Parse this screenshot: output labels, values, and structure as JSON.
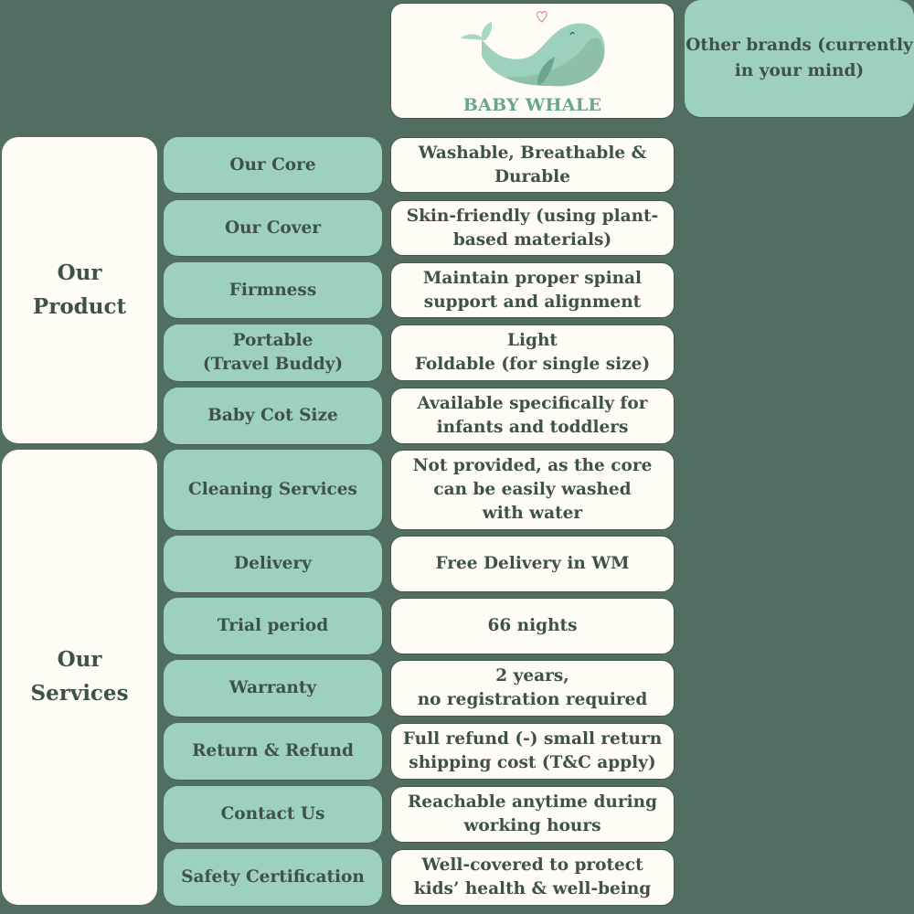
{
  "header": {
    "brand_name": "BABY WHALE",
    "logo_icon": "whale-logo-icon",
    "other_brands_label": "Other brands (currently\nin your mind)"
  },
  "colors": {
    "background": "#526d61",
    "cream": "#fffcf5",
    "mint": "#9dd0bd",
    "text": "#3e5249",
    "brand_text": "#6aa68f",
    "heart": "#e07a86"
  },
  "sections": [
    {
      "label": "Our\nProduct",
      "rows": [
        {
          "feature": "Our Core",
          "value": "Washable, Breathable &\nDurable"
        },
        {
          "feature": "Our Cover",
          "value": "Skin-friendly (using plant-\nbased materials)"
        },
        {
          "feature": "Firmness",
          "value": "Maintain proper spinal\nsupport and alignment"
        },
        {
          "feature": "Portable\n(Travel Buddy)",
          "value": "Light\nFoldable (for single size)"
        },
        {
          "feature": "Baby Cot Size",
          "value": "Available specifically for\ninfants and toddlers"
        }
      ]
    },
    {
      "label": "Our\nServices",
      "rows": [
        {
          "feature": "Cleaning Services",
          "value": "Not provided, as the core\ncan be easily washed\nwith water"
        },
        {
          "feature": "Delivery",
          "value": "Free Delivery in WM"
        },
        {
          "feature": "Trial period",
          "value": "66 nights"
        },
        {
          "feature": "Warranty",
          "value": "2 years,\nno registration required"
        },
        {
          "feature": "Return & Refund",
          "value": "Full refund (-) small return\nshipping cost (T&C apply)"
        },
        {
          "feature": "Contact Us",
          "value": "Reachable anytime during\nworking hours"
        },
        {
          "feature": "Safety Certification",
          "value": "Well-covered to protect\nkids’ health & well-being"
        }
      ]
    }
  ]
}
